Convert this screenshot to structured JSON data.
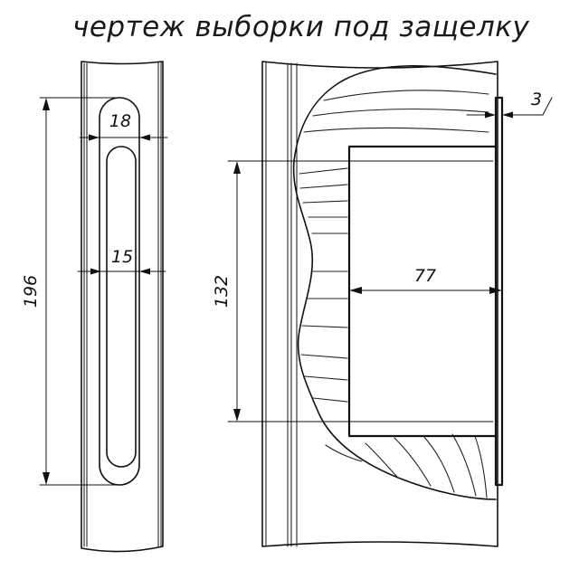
{
  "title": "чертеж выборки под защелку",
  "dimensions": {
    "slot_width": "18",
    "plate_width": "15",
    "plate_height": "196",
    "bore_height": "132",
    "bore_depth": "77",
    "plate_thickness": "3"
  }
}
